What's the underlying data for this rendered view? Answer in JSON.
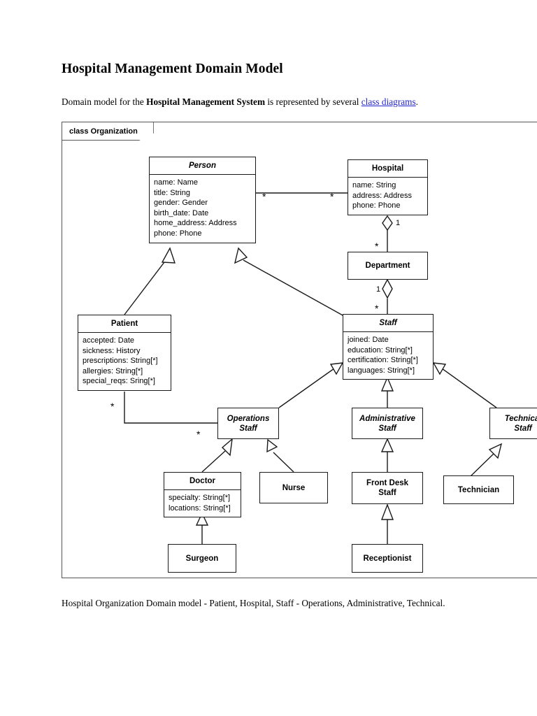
{
  "document": {
    "title": "Hospital Management Domain Model",
    "intro_prefix": "Domain model for the ",
    "intro_bold": "Hospital Management System",
    "intro_middle": " is represented by several ",
    "intro_link": "class diagrams",
    "intro_suffix": ".",
    "caption": "Hospital Organization Domain model - Patient, Hospital, Staff - Operations, Administrative, Technical.",
    "link_color": "#2222cc"
  },
  "diagram": {
    "frame_label": "class Organization",
    "classes": {
      "person": {
        "name": "Person",
        "abstract": true,
        "attributes": [
          "name: Name",
          "title: String",
          "gender: Gender",
          "birth_date: Date",
          "home_address: Address",
          "phone: Phone"
        ]
      },
      "hospital": {
        "name": "Hospital",
        "abstract": false,
        "attributes": [
          "name: String",
          "address: Address",
          "phone: Phone"
        ]
      },
      "department": {
        "name": "Department",
        "abstract": false,
        "attributes": []
      },
      "staff": {
        "name": "Staff",
        "abstract": true,
        "attributes": [
          "joined: Date",
          "education: String[*]",
          "certification: String[*]",
          "languages: String[*]"
        ]
      },
      "patient": {
        "name": "Patient",
        "abstract": false,
        "attributes": [
          "accepted: Date",
          "sickness: History",
          "prescriptions: String[*]",
          "allergies: String[*]",
          "special_reqs: Sring[*]"
        ]
      },
      "operations_staff": {
        "name_line1": "Operations",
        "name_line2": "Staff",
        "abstract": true,
        "attributes": []
      },
      "administrative_staff": {
        "name_line1": "Administrative",
        "name_line2": "Staff",
        "abstract": true,
        "attributes": []
      },
      "technical_staff": {
        "name_line1": "Technical",
        "name_line2": "Staff",
        "abstract": true,
        "attributes": []
      },
      "doctor": {
        "name": "Doctor",
        "abstract": false,
        "attributes": [
          "specialty: String[*]",
          "locations: String[*]"
        ]
      },
      "nurse": {
        "name": "Nurse",
        "abstract": false,
        "attributes": []
      },
      "front_desk_staff": {
        "name_line1": "Front Desk",
        "name_line2": "Staff",
        "abstract": false,
        "attributes": []
      },
      "technician": {
        "name": "Technician",
        "abstract": false,
        "attributes": []
      },
      "surgeon": {
        "name": "Surgeon",
        "abstract": false,
        "attributes": []
      },
      "receptionist": {
        "name": "Receptionist",
        "abstract": false,
        "attributes": []
      }
    },
    "multiplicities": {
      "person_hospital_source": "*",
      "person_hospital_target": "*",
      "hospital_department_one": "1",
      "hospital_department_many": "*",
      "department_staff_one": "1",
      "department_staff_many": "*",
      "patient_staff_source": "*",
      "patient_staff_target": "*"
    },
    "relationships": [
      {
        "type": "association",
        "from": "Person",
        "to": "Hospital"
      },
      {
        "type": "aggregation",
        "from": "Hospital",
        "to": "Department"
      },
      {
        "type": "aggregation",
        "from": "Department",
        "to": "Staff"
      },
      {
        "type": "generalization",
        "from": "Patient",
        "to": "Person"
      },
      {
        "type": "generalization",
        "from": "Staff",
        "to": "Person"
      },
      {
        "type": "association",
        "from": "Patient",
        "to": "Operations Staff"
      },
      {
        "type": "generalization",
        "from": "Operations Staff",
        "to": "Staff"
      },
      {
        "type": "generalization",
        "from": "Administrative Staff",
        "to": "Staff"
      },
      {
        "type": "generalization",
        "from": "Technical Staff",
        "to": "Staff"
      },
      {
        "type": "generalization",
        "from": "Doctor",
        "to": "Operations Staff"
      },
      {
        "type": "generalization",
        "from": "Nurse",
        "to": "Operations Staff"
      },
      {
        "type": "generalization",
        "from": "Front Desk Staff",
        "to": "Administrative Staff"
      },
      {
        "type": "generalization",
        "from": "Technician",
        "to": "Technical Staff"
      },
      {
        "type": "generalization",
        "from": "Surgeon",
        "to": "Doctor"
      },
      {
        "type": "generalization",
        "from": "Receptionist",
        "to": "Front Desk Staff"
      }
    ]
  }
}
